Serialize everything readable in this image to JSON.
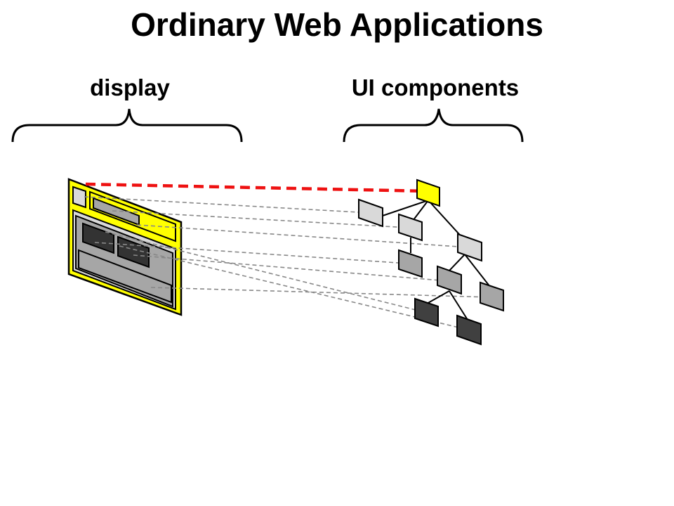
{
  "title": "Ordinary Web Applications",
  "labels": {
    "display": "display",
    "ui_components": "UI components"
  },
  "colors": {
    "display_fill": "#ffff00",
    "highlight_link": "#ee1111",
    "link": "#888888",
    "light_node": "#d9d9d9",
    "mid_node": "#a6a6a6",
    "dark_node": "#404040",
    "root_node": "#ffff00"
  }
}
